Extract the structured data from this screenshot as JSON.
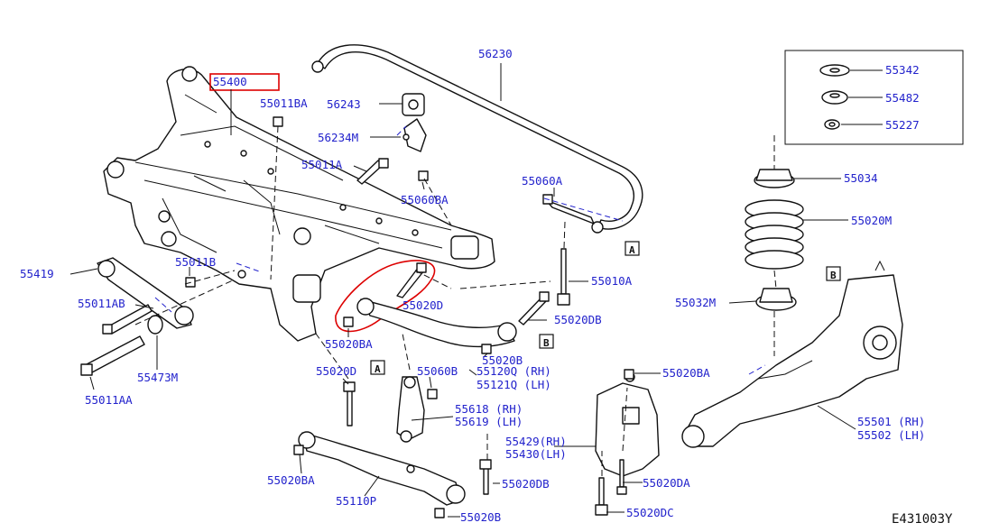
{
  "diagram_id": "E431003Y",
  "callouts": {
    "c55400": "55400",
    "c55011BA_top": "55011BA",
    "c56243": "56243",
    "c56230": "56230",
    "c56234M": "56234M",
    "c55011A": "55011A",
    "c55060BA": "55060BA",
    "c55060A": "55060A",
    "c55010A": "55010A",
    "c55419": "55419",
    "c55011B": "55011B",
    "c55011AB": "55011AB",
    "c55020D_top": "55020D",
    "c55020DB_mid": "55020DB",
    "c55020BA_left": "55020BA",
    "c55020B_mid": "55020B",
    "c55120Q": "55120Q (RH)",
    "c55121Q": "55121Q (LH)",
    "c55473M": "55473M",
    "c55011AA": "55011AA",
    "c55020D_low": "55020D",
    "c55060B": "55060B",
    "c55618": "55618 (RH)",
    "c55619": "55619 (LH)",
    "c55429": "55429(RH)",
    "c55430": "55430(LH)",
    "c55020BA_bot": "55020BA",
    "c55110P": "55110P",
    "c55020DB_bot": "55020DB",
    "c55020B_bot": "55020B",
    "c55020BA_right": "55020BA",
    "c55020DA": "55020DA",
    "c55020DC": "55020DC",
    "c55342": "55342",
    "c55482": "55482",
    "c55227": "55227",
    "c55034": "55034",
    "c55020M": "55020M",
    "c55032M": "55032M",
    "c55501": "55501 (RH)",
    "c55502": "55502 (LH)"
  },
  "refs": {
    "refA_top": "A",
    "refA_mid": "A",
    "refB_mid": "B",
    "refB_right": "B"
  },
  "colors": {
    "label_blue": "#2222cc",
    "highlight_red": "#dd0000",
    "line_black": "#111111"
  }
}
